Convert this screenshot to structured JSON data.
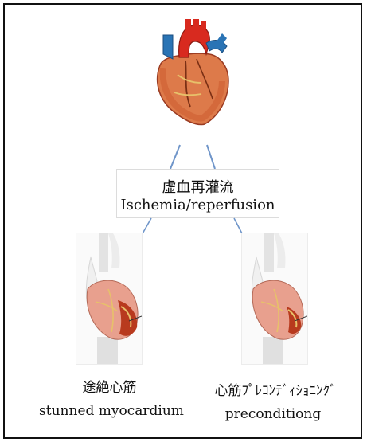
{
  "center": {
    "jp": "虚血再灌流",
    "en": "Ischemia/reperfusion"
  },
  "left": {
    "jp": "途絶心筋",
    "en": "stunned myocardium"
  },
  "right": {
    "jp": "心筋ﾌﾟﾚｺﾝﾃﾞｨｼｮﾆﾝｸﾞ",
    "en": "preconditiong"
  },
  "colors": {
    "arrow": "#6f95c9",
    "border": "#111111",
    "heart_red": "#c8301f",
    "vessel_blue": "#2a74b5",
    "aorta_red": "#d82a1f"
  }
}
